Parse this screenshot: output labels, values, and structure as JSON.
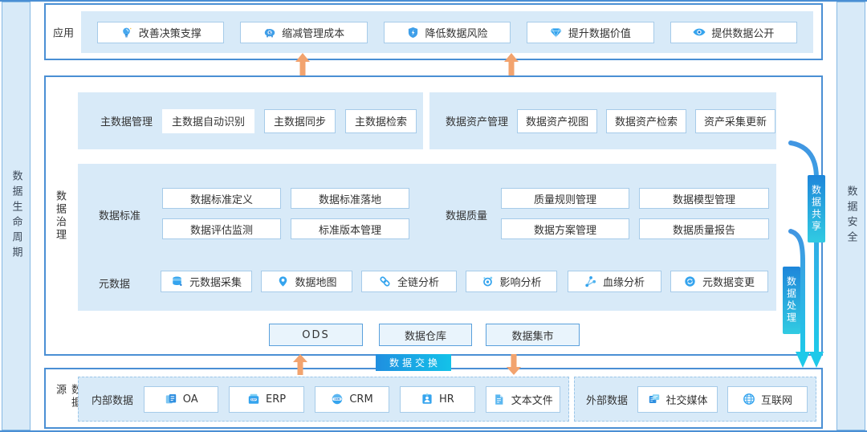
{
  "colors": {
    "border_blue": "#4A8FD4",
    "panel_blue": "#D8EAF8",
    "button_border": "#A6CBE9",
    "accent_blue": "#2F9CE8",
    "cyan": "#1FC0E8",
    "orange_arrow": "#F2A36E",
    "text_dark": "#333333"
  },
  "strips": {
    "left": "数据生命周期",
    "right": "数据安全"
  },
  "app_section": {
    "label": "应用",
    "items": [
      {
        "icon": "bulb-icon",
        "label": "改善决策支撑"
      },
      {
        "icon": "piggy-bank-icon",
        "label": "缩减管理成本"
      },
      {
        "icon": "shield-icon",
        "label": "降低数据风险"
      },
      {
        "icon": "diamond-icon",
        "label": "提升数据价值"
      },
      {
        "icon": "eye-icon",
        "label": "提供数据公开"
      }
    ]
  },
  "governance_section": {
    "label": "数据治理",
    "master_data": {
      "label": "主数据管理",
      "items": [
        {
          "label": "主数据自动识别"
        },
        {
          "label": "主数据同步"
        },
        {
          "label": "主数据检索"
        }
      ]
    },
    "data_asset": {
      "label": "数据资产管理",
      "items": [
        {
          "label": "数据资产视图"
        },
        {
          "label": "数据资产检索"
        },
        {
          "label": "资产采集更新"
        }
      ]
    },
    "data_standard": {
      "label": "数据标准",
      "items": [
        {
          "label": "数据标准定义"
        },
        {
          "label": "数据标准落地"
        },
        {
          "label": "数据评估监测"
        },
        {
          "label": "标准版本管理"
        }
      ]
    },
    "data_quality": {
      "label": "数据质量",
      "items": [
        {
          "label": "质量规则管理"
        },
        {
          "label": "数据模型管理"
        },
        {
          "label": "数据方案管理"
        },
        {
          "label": "数据质量报告"
        }
      ]
    },
    "metadata": {
      "label": "元数据",
      "items": [
        {
          "icon": "database-icon",
          "label": "元数据采集"
        },
        {
          "icon": "map-pin-icon",
          "label": "数据地图"
        },
        {
          "icon": "link-icon",
          "label": "全链分析"
        },
        {
          "icon": "impact-icon",
          "label": "影响分析"
        },
        {
          "icon": "lineage-icon",
          "label": "血缘分析"
        },
        {
          "icon": "refresh-circle-icon",
          "label": "元数据变更"
        }
      ]
    },
    "storage": [
      {
        "label": "ODS"
      },
      {
        "label": "数据仓库"
      },
      {
        "label": "数据集市"
      }
    ]
  },
  "connectors": {
    "share_tab": "数据共享",
    "process_tab": "数据处理",
    "exchange_badge": "数据交换"
  },
  "source_section": {
    "label": "数据源",
    "internal": {
      "label": "内部数据",
      "items": [
        {
          "icon": "document-icon",
          "label": "OA"
        },
        {
          "icon": "erp-icon",
          "label": "ERP"
        },
        {
          "icon": "crm-icon",
          "label": "CRM"
        },
        {
          "icon": "hr-card-icon",
          "label": "HR"
        },
        {
          "icon": "text-file-icon",
          "label": "文本文件"
        }
      ]
    },
    "external": {
      "label": "外部数据",
      "items": [
        {
          "icon": "social-media-icon",
          "label": "社交媒体"
        },
        {
          "icon": "globe-icon",
          "label": "互联网"
        }
      ]
    }
  }
}
